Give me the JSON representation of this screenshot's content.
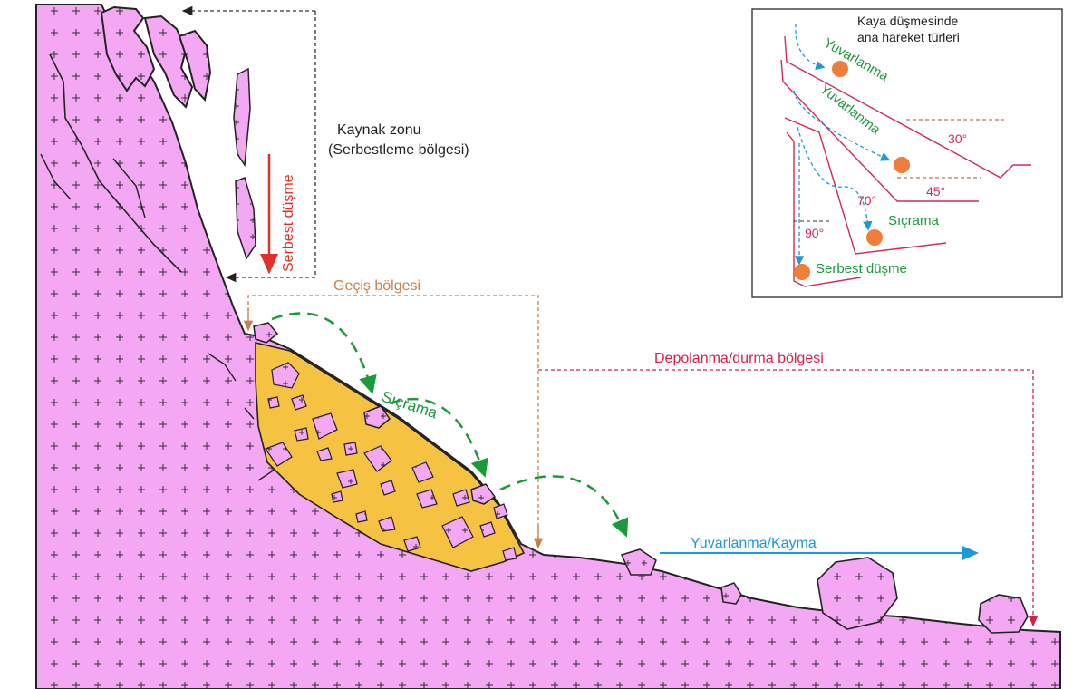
{
  "main": {
    "source_zone_line1": "Kaynak zonu",
    "source_zone_line2": "(Serbestleme bölgesi)",
    "free_fall": "Serbest düşme",
    "transition_zone": "Geçiş bölgesi",
    "bouncing": "Sıçrama",
    "deposition_zone": "Depolanma/durma bölgesi",
    "rolling_sliding": "Yuvarlanma/Kayma"
  },
  "inset": {
    "title_line1": "Kaya düşmesinde",
    "title_line2": "ana hareket türleri",
    "rolling_1": "Yuvarlanma",
    "rolling_2": "Yuvarlanma",
    "bouncing": "Sıçrama",
    "free_fall": "Serbest düşme",
    "angle_30": "30°",
    "angle_45": "45°",
    "angle_70": "70°",
    "angle_90": "90°"
  },
  "colors": {
    "rock_fill": "#f4a8f4",
    "rock_outline": "#222222",
    "deposit_fill": "#f5c242",
    "free_fall_red": "#e0302a",
    "transition_orange": "#c8804a",
    "deposition_crimson": "#d6204a",
    "bounce_green": "#1a9a3a",
    "rolling_blue": "#1a9ad6",
    "inset_line": "#d2285a",
    "ball_orange": "#f07e3a"
  }
}
